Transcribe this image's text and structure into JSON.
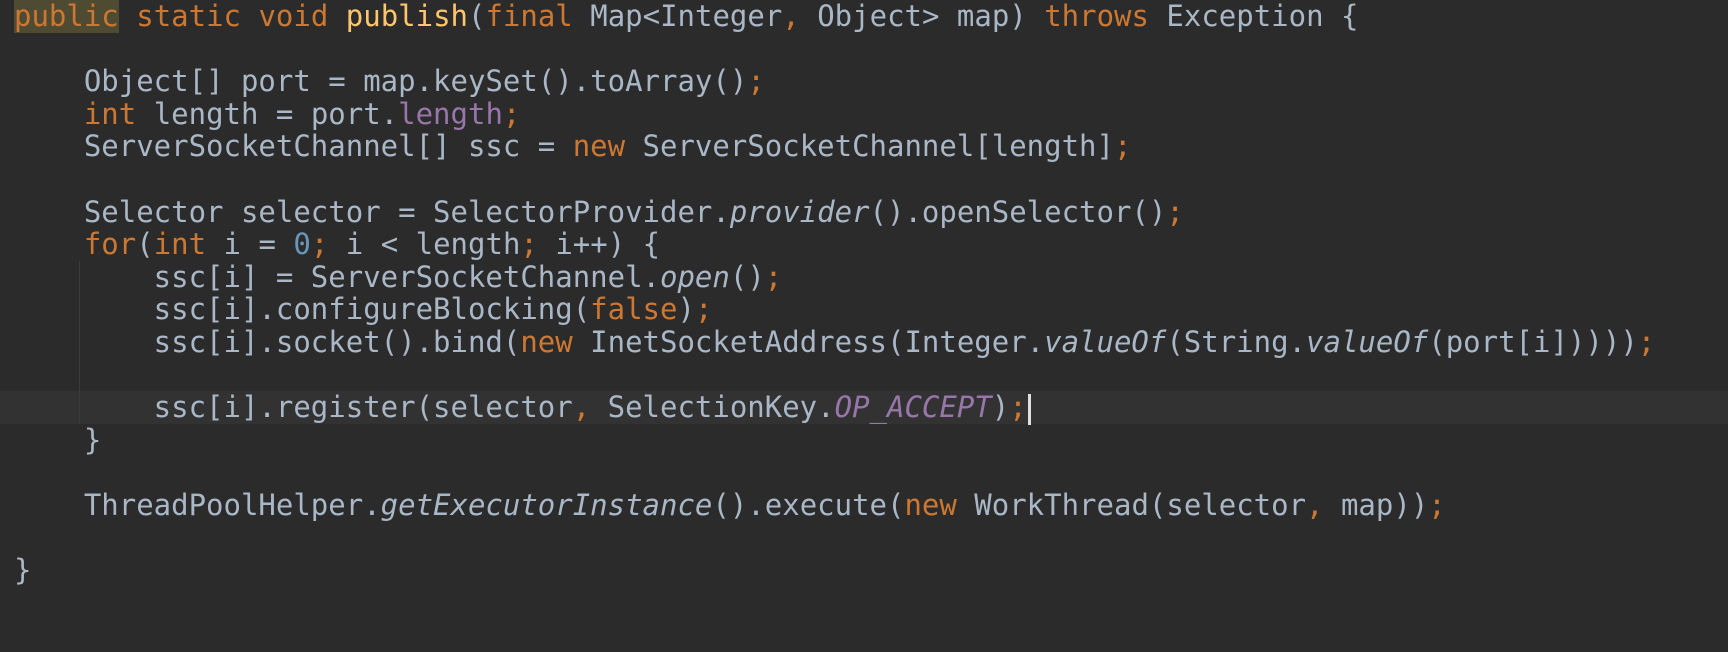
{
  "editor": {
    "theme_colors": {
      "background": "#2b2b2b",
      "text": "#a9b7c6",
      "keyword": "#cc7832",
      "method_declaration": "#ffc66d",
      "field": "#9876aa",
      "number": "#6897bb",
      "caret_line": "#323232"
    },
    "lines": [
      {
        "tokens": [
          {
            "t": "public",
            "c": "keyword hl"
          },
          {
            "t": " ",
            "c": "plain"
          },
          {
            "t": "static",
            "c": "keyword"
          },
          {
            "t": " ",
            "c": "plain"
          },
          {
            "t": "void",
            "c": "keyword"
          },
          {
            "t": " ",
            "c": "plain"
          },
          {
            "t": "publish",
            "c": "method-decl"
          },
          {
            "t": "(",
            "c": "plain"
          },
          {
            "t": "final",
            "c": "keyword"
          },
          {
            "t": " Map<Integer",
            "c": "plain"
          },
          {
            "t": ",",
            "c": "punct"
          },
          {
            "t": " Object> map) ",
            "c": "plain"
          },
          {
            "t": "throws",
            "c": "keyword"
          },
          {
            "t": " Exception {",
            "c": "plain"
          }
        ]
      },
      {
        "tokens": []
      },
      {
        "tokens": [
          {
            "t": "    Object[] port = map.keySet().toArray()",
            "c": "plain"
          },
          {
            "t": ";",
            "c": "punct"
          }
        ]
      },
      {
        "tokens": [
          {
            "t": "    ",
            "c": "plain"
          },
          {
            "t": "int",
            "c": "keyword"
          },
          {
            "t": " length = port.",
            "c": "plain"
          },
          {
            "t": "length",
            "c": "field"
          },
          {
            "t": ";",
            "c": "punct"
          }
        ]
      },
      {
        "tokens": [
          {
            "t": "    ServerSocketChannel[] ssc = ",
            "c": "plain"
          },
          {
            "t": "new",
            "c": "keyword"
          },
          {
            "t": " ServerSocketChannel[length]",
            "c": "plain"
          },
          {
            "t": ";",
            "c": "punct"
          }
        ]
      },
      {
        "tokens": []
      },
      {
        "tokens": [
          {
            "t": "    Selector selector = SelectorProvider.",
            "c": "plain"
          },
          {
            "t": "provider",
            "c": "static-call"
          },
          {
            "t": "().openSelector()",
            "c": "plain"
          },
          {
            "t": ";",
            "c": "punct"
          }
        ]
      },
      {
        "tokens": [
          {
            "t": "    ",
            "c": "plain"
          },
          {
            "t": "for",
            "c": "keyword"
          },
          {
            "t": "(",
            "c": "plain"
          },
          {
            "t": "int",
            "c": "keyword"
          },
          {
            "t": " i = ",
            "c": "plain"
          },
          {
            "t": "0",
            "c": "number"
          },
          {
            "t": ";",
            "c": "punct"
          },
          {
            "t": " i < length",
            "c": "plain"
          },
          {
            "t": ";",
            "c": "punct"
          },
          {
            "t": " i++) {",
            "c": "plain"
          }
        ]
      },
      {
        "tokens": [
          {
            "t": "        ssc[i] = ServerSocketChannel.",
            "c": "plain"
          },
          {
            "t": "open",
            "c": "static-call"
          },
          {
            "t": "()",
            "c": "plain"
          },
          {
            "t": ";",
            "c": "punct"
          }
        ]
      },
      {
        "tokens": [
          {
            "t": "        ssc[i].configureBlocking(",
            "c": "plain"
          },
          {
            "t": "false",
            "c": "keyword"
          },
          {
            "t": ")",
            "c": "plain"
          },
          {
            "t": ";",
            "c": "punct"
          }
        ]
      },
      {
        "tokens": [
          {
            "t": "        ssc[i].socket().bind(",
            "c": "plain"
          },
          {
            "t": "new",
            "c": "keyword"
          },
          {
            "t": " InetSocketAddress(Integer.",
            "c": "plain"
          },
          {
            "t": "valueOf",
            "c": "static-call"
          },
          {
            "t": "(String.",
            "c": "plain"
          },
          {
            "t": "valueOf",
            "c": "static-call"
          },
          {
            "t": "(port[i])))",
            "c": "plain"
          },
          {
            "t": ")",
            "c": "plain"
          },
          {
            "t": ";",
            "c": "punct"
          }
        ]
      },
      {
        "tokens": []
      },
      {
        "caret": true,
        "tokens": [
          {
            "t": "        ssc[i].register(selector",
            "c": "plain"
          },
          {
            "t": ",",
            "c": "punct"
          },
          {
            "t": " SelectionKey.",
            "c": "plain"
          },
          {
            "t": "OP_ACCEPT",
            "c": "static-field"
          },
          {
            "t": ")",
            "c": "plain"
          },
          {
            "t": ";",
            "c": "punct"
          }
        ]
      },
      {
        "tokens": [
          {
            "t": "    }",
            "c": "plain"
          }
        ]
      },
      {
        "tokens": []
      },
      {
        "tokens": [
          {
            "t": "    ThreadPoolHelper.",
            "c": "plain"
          },
          {
            "t": "getExecutorInstance",
            "c": "static-call"
          },
          {
            "t": "().execute(",
            "c": "plain"
          },
          {
            "t": "new",
            "c": "keyword"
          },
          {
            "t": " WorkThread(selector",
            "c": "plain"
          },
          {
            "t": ",",
            "c": "punct"
          },
          {
            "t": " map))",
            "c": "plain"
          },
          {
            "t": ";",
            "c": "punct"
          }
        ]
      },
      {
        "tokens": []
      },
      {
        "tokens": [
          {
            "t": "}",
            "c": "plain"
          }
        ]
      }
    ]
  }
}
